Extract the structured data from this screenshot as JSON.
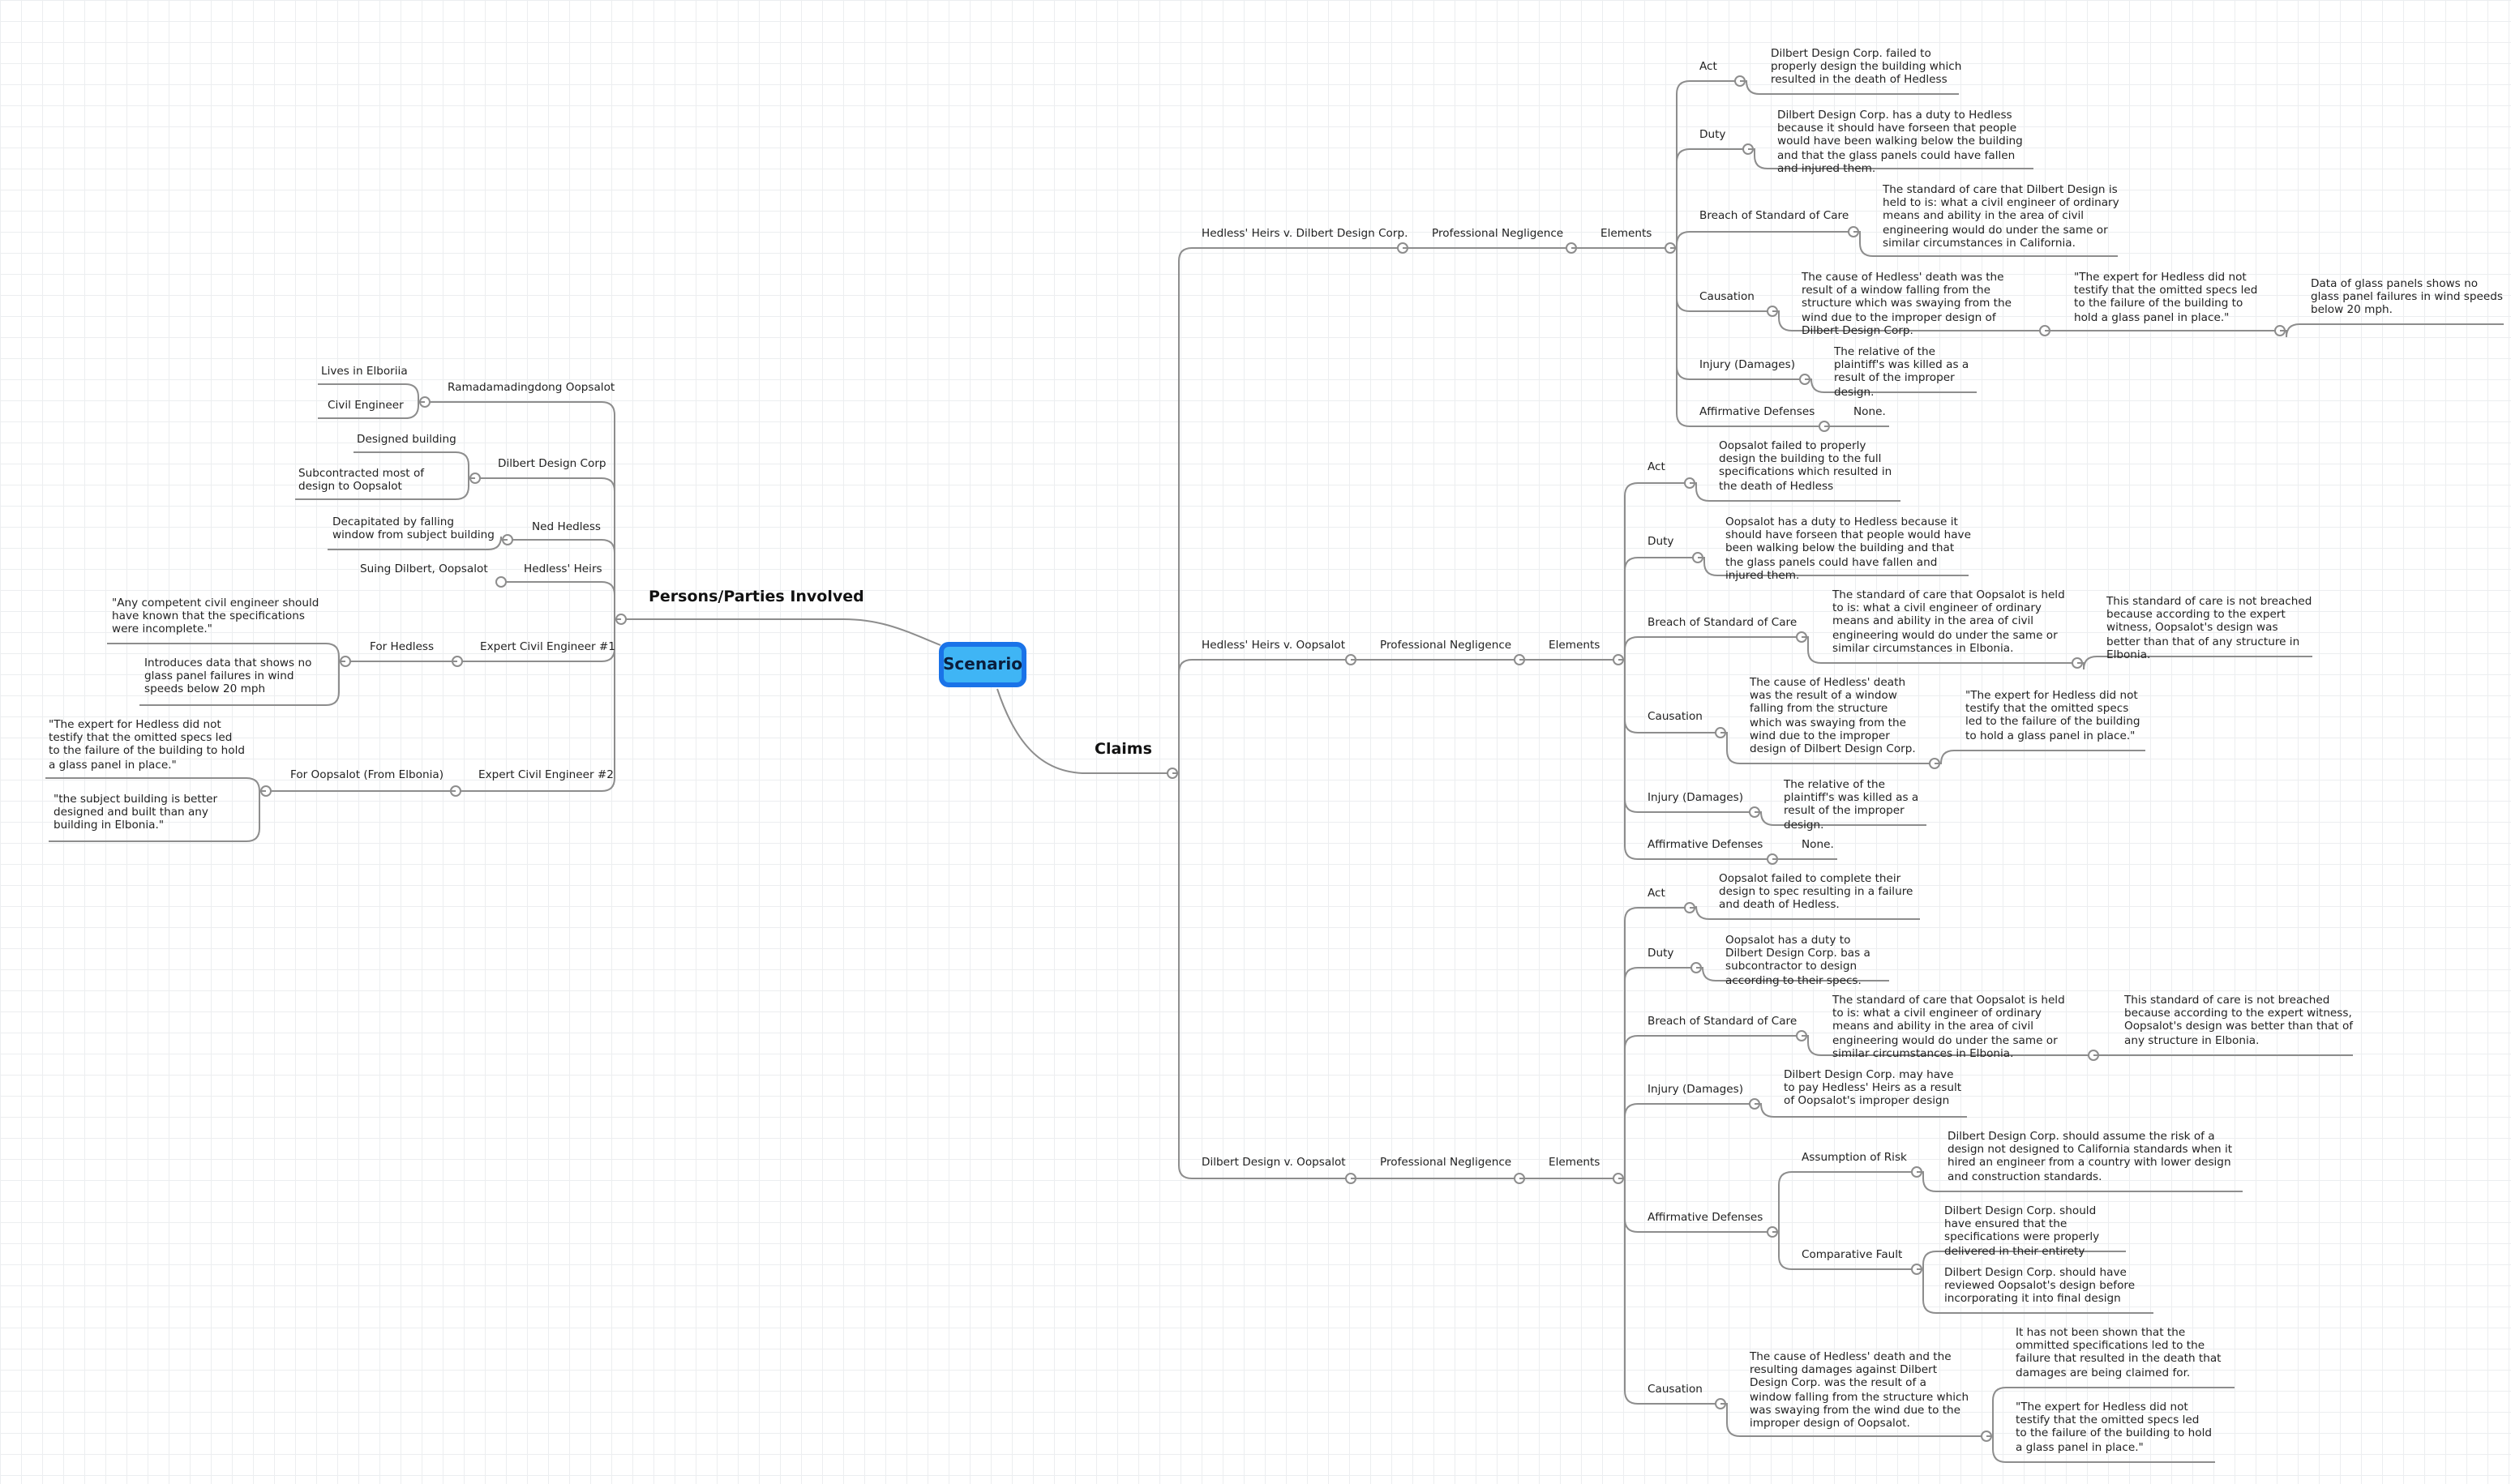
{
  "root": "Scenario",
  "left": {
    "title": "Persons/Parties Involved",
    "oopsalot": {
      "name": "Ramadamadingdong Oopsalot",
      "lives": "Lives in Elboriia",
      "role": "Civil Engineer"
    },
    "dilbert": {
      "name": "Dilbert Design Corp",
      "designed": "Designed building",
      "subcontracted": "Subcontracted most of design to Oopsalot"
    },
    "ned": {
      "name": "Ned Hedless",
      "note": "Decapitated by falling window from subject building"
    },
    "heirs": {
      "name": "Hedless' Heirs",
      "note": "Suing Dilbert, Oopsalot"
    },
    "expert1": {
      "name": "Expert Civil Engineer #1",
      "side": "For Hedless",
      "quote": "\"Any competent civil engineer should have known that the specifications were incomplete.\"",
      "data": "Introduces data that shows no glass panel failures in wind speeds below 20 mph"
    },
    "expert2": {
      "name": "Expert Civil Engineer #2",
      "side": "For Oopsalot (From Elbonia)",
      "quote1": "\"The expert for Hedless did not testify that the omitted specs led to the failure of the building to hold a glass panel in place.\"",
      "quote2": "\"the subject building is better designed and built than any building in Elbonia.\""
    }
  },
  "claims": {
    "title": "Claims",
    "c1": {
      "name": "Hedless' Heirs v. Dilbert Design Corp.",
      "type": "Professional Negligence",
      "elements": "Elements",
      "act": "Act",
      "act_text": "Dilbert Design Corp. failed to properly design the building which resulted in the death of Hedless",
      "duty": "Duty",
      "duty_text": "Dilbert Design Corp. has a duty to Hedless because it should have forseen that people would have been walking below the building and that the glass panels could have fallen and injured them.",
      "breach": "Breach of Standard of Care",
      "breach_text": "The standard of care that Dilbert Design is held to is: what a civil engineer of ordinary means and ability in the area of civil engineering would do under the same or similar circumstances in California.",
      "causation": "Causation",
      "causation_text": "The cause of Hedless' death was the result of a window falling from the structure which was swaying from the wind due to the improper design of Dilbert Design Corp.",
      "causation_expert": "\"The expert for Hedless did not testify that the omitted specs led to the failure of the building to hold a glass panel in place.\"",
      "causation_data": "Data of glass panels shows no glass panel failures in wind speeds below 20 mph.",
      "injury": "Injury (Damages)",
      "injury_text": "The relative of the plaintiff's was killed as a result of the improper design.",
      "affirm": "Affirmative Defenses",
      "affirm_text": "None."
    },
    "c2": {
      "name": "Hedless' Heirs v. Oopsalot",
      "type": "Professional Negligence",
      "elements": "Elements",
      "act": "Act",
      "act_text": "Oopsalot failed to properly design the building to the full specifications which resulted in the death of Hedless",
      "duty": "Duty",
      "duty_text": "Oopsalot has a duty to Hedless because it should have forseen that people would have been walking below the building and that the glass panels could have fallen and injured them.",
      "breach": "Breach of Standard of Care",
      "breach_text": "The standard of care that Oopsalot is held to is: what a civil engineer of ordinary means and ability in the area of civil engineering would do under the same or similar circumstances in Elbonia.",
      "breach_note": "This standard of care is not breached because according to the expert witness, Oopsalot's design was better than that of any structure in Elbonia.",
      "causation": "Causation",
      "causation_text": "The cause of Hedless' death was the result of a window falling from the structure which was swaying from the wind due to the improper design of Dilbert Design Corp.",
      "causation_expert": "\"The expert for Hedless did not testify that the omitted specs led to the failure of the building to hold a glass panel in place.\"",
      "injury": "Injury (Damages)",
      "injury_text": "The relative of the plaintiff's was killed as a result of the improper design.",
      "affirm": "Affirmative Defenses",
      "affirm_text": "None."
    },
    "c3": {
      "name": "Dilbert Design v. Oopsalot",
      "type": "Professional Negligence",
      "elements": "Elements",
      "act": "Act",
      "act_text": "Oopsalot failed to complete their design to spec resulting in a failure and death of Hedless.",
      "duty": "Duty",
      "duty_text": "Oopsalot has a duty to Dilbert Design Corp. bas a subcontractor to design according to their specs.",
      "breach": "Breach of Standard of Care",
      "breach_text": "The standard of care that Oopsalot is held to is: what a civil engineer of ordinary means and ability in the area of civil engineering would do under the same or similar circumstances in Elbonia.",
      "breach_note": "This standard of care is not breached because according to the expert witness, Oopsalot's design was better than that of any structure in Elbonia.",
      "injury": "Injury (Damages)",
      "injury_text": "Dilbert Design Corp. may have to pay Hedless' Heirs as a result of Oopsalot's improper design",
      "affirm": "Affirmative Defenses",
      "risk": "Assumption of Risk",
      "risk_text": "Dilbert Design Corp. should assume the risk of a design not designed to California standards when it hired an engineer from a country with lower design and construction standards.",
      "comp": "Comparative Fault",
      "comp_text1": "Dilbert Design Corp. should have ensured that the specifications were properly delivered in their entirety",
      "comp_text2": "Dilbert Design Corp. should have reviewed Oopsalot's design before incorporating it into final design",
      "causation": "Causation",
      "causation_text": "The cause of Hedless' death and the resulting damages against Dilbert Design Corp. was the result of a window falling from the structure which was swaying from the wind due to the improper design of Oopsalot.",
      "causation_note1": "It has not been shown that the ommitted specifications led to the failure that resulted in the death that damages are being claimed for.",
      "causation_note2": "\"The expert for Hedless did not testify that the omitted specs led to the failure of the building to hold a glass panel in place.\""
    }
  }
}
